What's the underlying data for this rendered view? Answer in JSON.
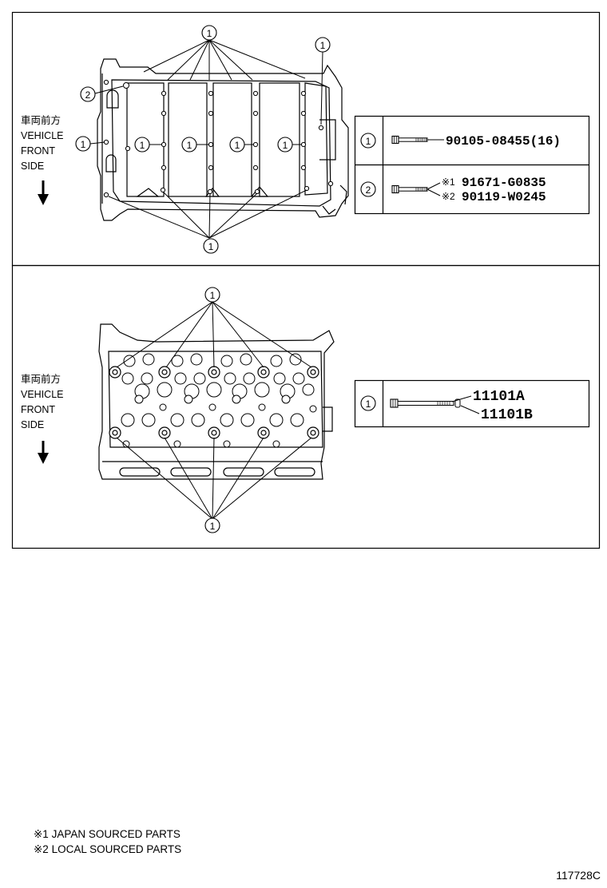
{
  "panels": {
    "top": {
      "direction_jp": "車両前方",
      "direction_lines": [
        "VEHICLE",
        "FRONT",
        "SIDE"
      ],
      "callouts": {
        "one": "1",
        "two": "2"
      },
      "legend": {
        "row1": {
          "number": "1",
          "part": "90105-08455(16)"
        },
        "row2": {
          "number": "2",
          "note1": "※1",
          "note2": "※2",
          "part1": "91671-G0835",
          "part2": "90119-W0245"
        }
      }
    },
    "bottom": {
      "direction_jp": "車両前方",
      "direction_lines": [
        "VEHICLE",
        "FRONT",
        "SIDE"
      ],
      "callouts": {
        "one": "1"
      },
      "legend": {
        "row1": {
          "number": "1",
          "part_a": "11101A",
          "part_b": "11101B"
        }
      }
    }
  },
  "footnotes": [
    "※1 JAPAN SOURCED PARTS",
    "※2 LOCAL SOURCED PARTS"
  ],
  "figure_code": "117728C"
}
